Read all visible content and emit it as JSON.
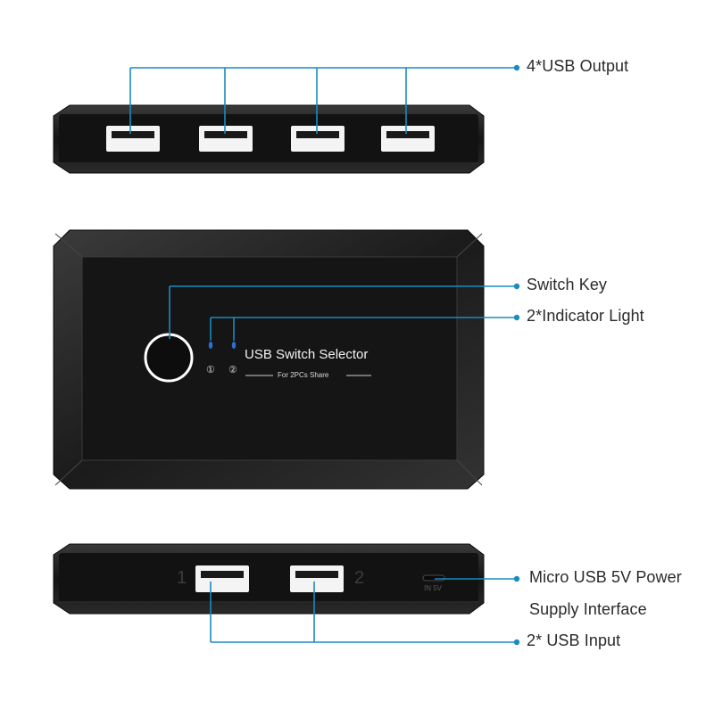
{
  "callouts": {
    "usb_output": "4*USB Output",
    "switch_key": "Switch Key",
    "indicator_light": "2*Indicator Light",
    "micro_usb_line1": "Micro USB 5V Power",
    "micro_usb_line2": "Supply Interface",
    "usb_input": "2* USB Input"
  },
  "front_panel": {
    "title": "USB Switch Selector",
    "subtitle": "For 2PCs Share",
    "led_1": "①",
    "led_2": "②"
  },
  "back_panel": {
    "port_1": "1",
    "port_2": "2",
    "power_label": "IN 5V"
  },
  "colors": {
    "device_body": "#111111",
    "device_edge": "#2c2c2c",
    "callout_line": "#1a8bbf",
    "port_white": "#f4f4f4",
    "indicator_led": "#2b6fd6"
  }
}
